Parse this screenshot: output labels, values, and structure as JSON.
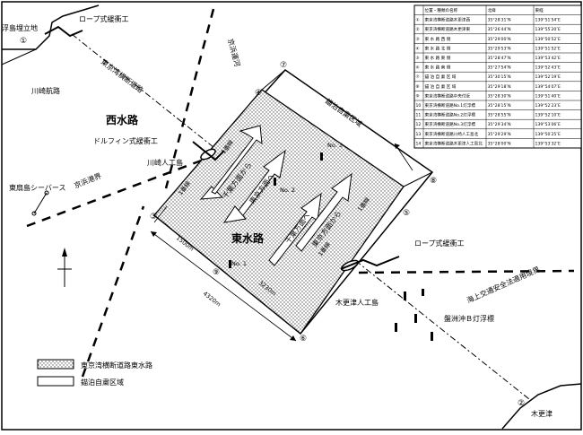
{
  "map": {
    "zone_numbers": [
      "①",
      "②",
      "③",
      "④",
      "⑤",
      "⑥",
      "⑦",
      "⑧",
      "⑨"
    ],
    "labels": {
      "ukishima": "浮島埋立地",
      "rope_top": "ロープ式緩衝工",
      "keihin_canal": "京浜運河",
      "tokyo_bay_road": "東京湾横断道路",
      "kawasaki_route": "川崎航路",
      "nishi_suiro": "西水路",
      "dolphin": "ドルフィン式緩衝工",
      "keihin_port": "京浜港界",
      "kawasaki_island": "川崎人工島",
      "higashi_ogishima": "東扇島シーバース",
      "mooring_zone": "錨泊自粛区域",
      "higashi_suiro": "東水路",
      "toward_chiba_1": "千葉方面から",
      "toward_tokyo": "東京方面へ",
      "toward_chiba_2": "千葉方面へ",
      "toward_tokyo_from": "東京方面から",
      "lane_1": "1番線",
      "lane_2": "1番線",
      "lane_3": "1番線",
      "lane_4": "1番線",
      "no1": "No. 1",
      "no2": "No. 2",
      "no3": "No. 3",
      "rope_right": "ロープ式緩衝工",
      "kisarazu_island": "木更津人工島",
      "kaijo_line": "海上交通安全法適用境界",
      "banzu_light": "盤洲沖Ｂ灯浮標",
      "kisarazu": "木更津",
      "dim_1500": "1500m",
      "dim_4320": "4320m",
      "dim_3230": "3230m"
    },
    "legend": [
      {
        "name": "dotted-area",
        "label": "東京湾横断道路東水路"
      },
      {
        "name": "plain-area",
        "label": "錨泊自粛区域"
      }
    ],
    "table": {
      "headers": [
        "",
        "位置・種類の名称",
        "北緯",
        "東経"
      ],
      "rows": [
        [
          "①",
          "東京湾横断道路木更津西",
          "35°28′31″N",
          "139°51′54″E"
        ],
        [
          "②",
          "東京湾横断道路木更津東",
          "35°26′44″N",
          "139°55′20″E"
        ],
        [
          "③",
          "東 水 路 西 側",
          "35°29′00″N",
          "139°50′52″E"
        ],
        [
          "④",
          "東 水 路 北 側",
          "35°29′53″N",
          "139°51′52″E"
        ],
        [
          "⑤",
          "東 水 路 東 側",
          "35°28′47″N",
          "139°53′42″E"
        ],
        [
          "⑥",
          "東 水 路 南 側",
          "35°27′54″N",
          "139°52′43″E"
        ],
        [
          "⑦",
          "錨 泊 自 粛 区 域",
          "35°30′15″N",
          "139°52′19″E"
        ],
        [
          "⑧",
          "錨 泊 自 粛 区 域",
          "35°29′18″N",
          "139°54′07″E"
        ],
        [
          "⑨",
          "東京湾横断道路中央付近",
          "35°28′30″N",
          "139°51′40″E"
        ],
        [
          "10",
          "東京湾横断道路No.1灯浮標",
          "35°28′15″N",
          "139°52′23″E"
        ],
        [
          "11",
          "東京湾横断道路No.2灯浮標",
          "35°28′55″N",
          "139°52′10″E"
        ],
        [
          "12",
          "東京湾横断道路No.3灯浮標",
          "35°29′34″N",
          "139°53′06″E"
        ],
        [
          "13",
          "東京湾横断道路川崎人工島北",
          "35°29′29″N",
          "139°50′25″E"
        ],
        [
          "14",
          "東京湾横断道路木更津人工島北",
          "35°28′00″N",
          "139°53′32″E"
        ]
      ]
    }
  }
}
